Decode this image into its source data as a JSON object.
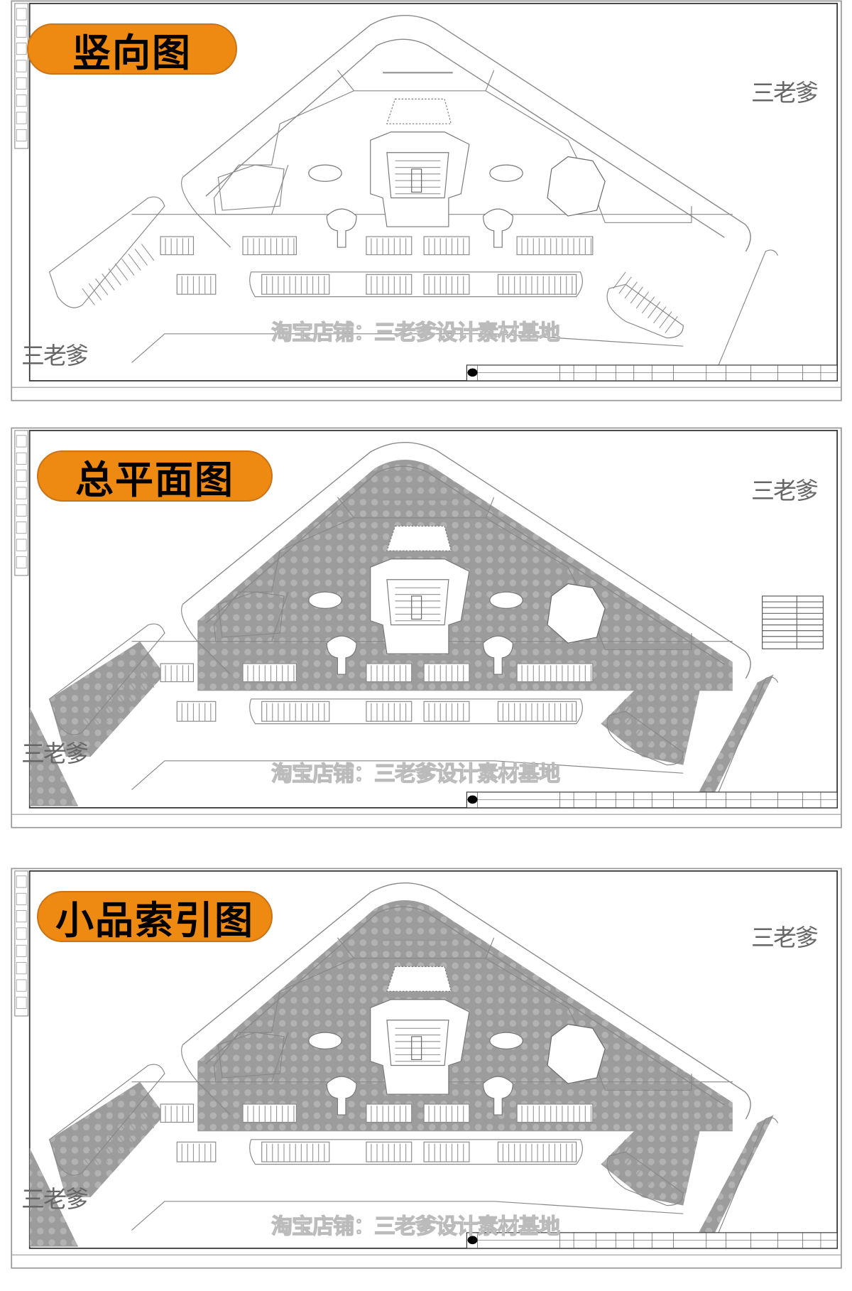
{
  "panels": [
    {
      "label": "竖向图",
      "fill": "none"
    },
    {
      "label": "总平面图",
      "fill": "hatched-gray",
      "legend_table": true
    },
    {
      "label": "小品索引图",
      "fill": "hatched-gray"
    }
  ],
  "signature": "三老爹",
  "watermark": "淘宝店铺：三老爹设计素材基地",
  "colors": {
    "label_bg": "#ee8a12",
    "fill": "#9a9a9a",
    "line": "#888888"
  }
}
